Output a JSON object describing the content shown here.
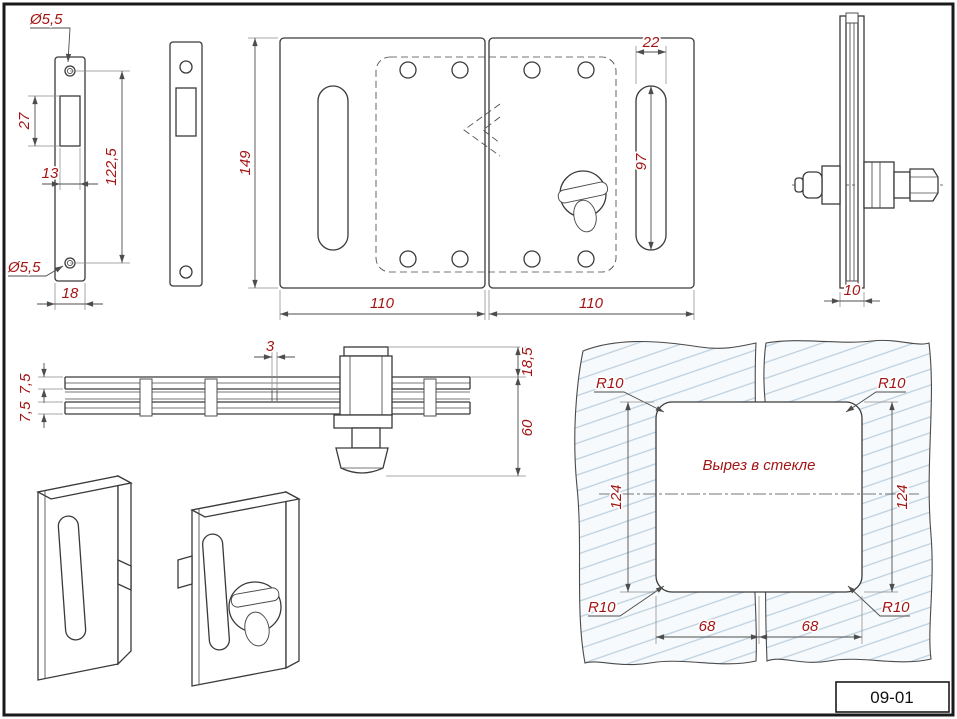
{
  "title_block": {
    "drawing_number": "09-01"
  },
  "colors": {
    "dim-text": "#a31515",
    "line": "#3a3a3a",
    "glass-hatch": "#bccfde",
    "glass-fill": "#f7fafc"
  },
  "views": {
    "strike_plate": {
      "dims": {
        "hole_dia_top": "Ø5,5",
        "cutout_height": "27",
        "cutout_width": "13",
        "hole_spacing": "122,5",
        "hole_dia_bottom": "Ø5,5",
        "plate_width": "18"
      }
    },
    "lock_front": {
      "dims": {
        "body_height": "149",
        "slot_width": "22",
        "slot_height": "97",
        "left_plate_width": "110",
        "right_plate_width": "110"
      }
    },
    "side_view": {
      "dims": {
        "assembly_thickness": "10"
      }
    },
    "section": {
      "dims": {
        "upper_plate_thickness": "7,5",
        "lower_plate_thickness": "7,5",
        "glass_gap": "3",
        "hub_height": "18,5",
        "knob_depth": "60"
      }
    },
    "glass_cutout": {
      "label": "Вырез в стекле",
      "dims": {
        "radius_tl": "R10",
        "radius_tr": "R10",
        "radius_bl": "R10",
        "radius_br": "R10",
        "height_left": "124",
        "height_right": "124",
        "width_left": "68",
        "width_right": "68"
      }
    }
  }
}
